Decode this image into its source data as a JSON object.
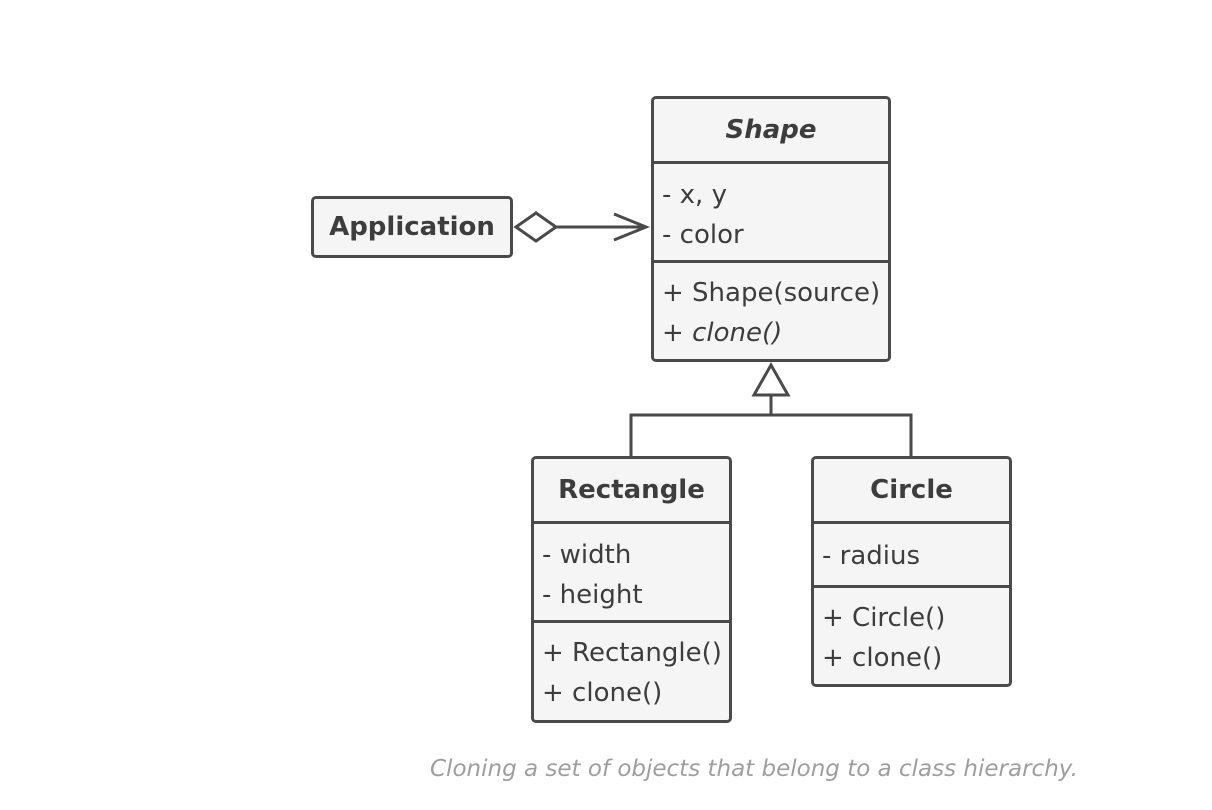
{
  "classes": {
    "application": {
      "name": "Application"
    },
    "shape": {
      "name": "Shape",
      "fields": [
        "- x, y",
        "- color"
      ],
      "methods": [
        {
          "prefix": "",
          "text": "+ Shape(source)"
        },
        {
          "prefix": "+ ",
          "text": "clone()"
        }
      ]
    },
    "rectangle": {
      "name": "Rectangle",
      "fields": [
        "- width",
        "- height"
      ],
      "methods": [
        "+ Rectangle()",
        "+ clone()"
      ]
    },
    "circle": {
      "name": "Circle",
      "fields": [
        "- radius"
      ],
      "methods": [
        "+ Circle()",
        "+ clone()"
      ]
    }
  },
  "caption": "Cloning a set of objects that belong to a class hierarchy."
}
